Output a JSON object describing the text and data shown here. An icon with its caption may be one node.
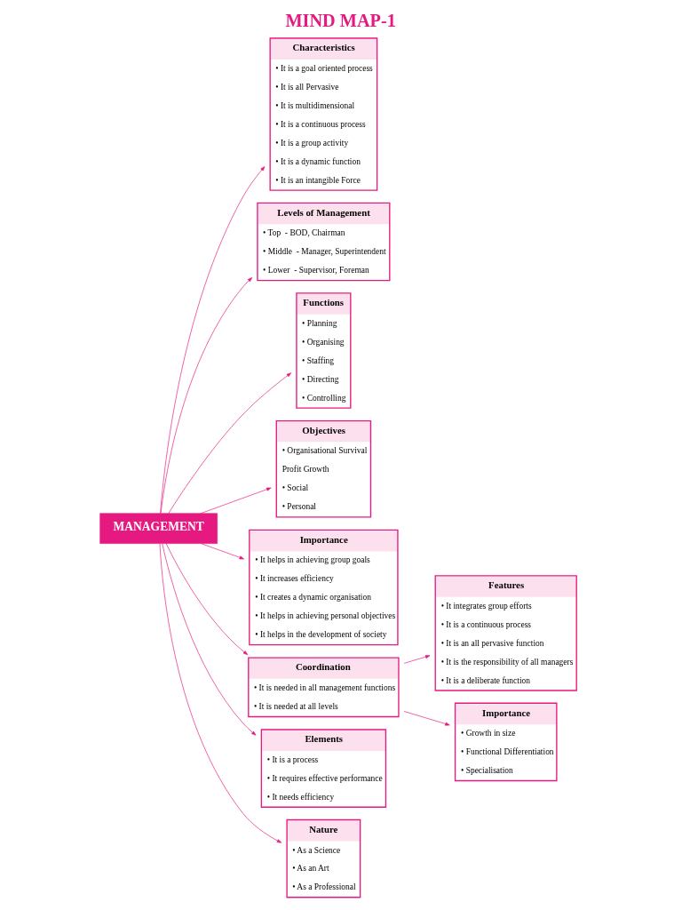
{
  "diagram": {
    "title": "MIND MAP-1",
    "nodes": [
      {
        "text": [
          "Characteristics",
          "• It is a goal oriented process",
          "• It is all Pervasive",
          "• It is multidimensional",
          "• It is a continuous process",
          "• It is a group activity",
          "• It is a dynamic function",
          "• It is an intangible Force"
        ]
      },
      {
        "text": [
          "Levels of Management",
          "• Top  - BOD, Chairman",
          "• Middle  - Manager, Superintendent",
          "• Lower  - Supervisor, Foreman"
        ]
      },
      {
        "text": [
          "Functions",
          "• Planning",
          "• Organising",
          "• Staffing",
          "• Directing",
          "• Controlling"
        ]
      },
      {
        "text": [
          "Objectives",
          "• Organisational Survival",
          "Profit Growth",
          "• Social",
          "• Personal"
        ]
      },
      {
        "text": [
          "MANAGEMENT"
        ]
      },
      {
        "text": [
          "Importance",
          "• It helps in achieving group goals",
          "• It increases efficiency",
          "• It creates a dynamic organisation",
          "• It helps in achieving personal objectives",
          "• It helps in the development of society"
        ]
      },
      {
        "text": [
          "Coordination",
          "• It is needed in all management functions",
          "• It is needed at all levels"
        ]
      },
      {
        "text": [
          "Elements",
          "• It is a process",
          "• It requires effective performance",
          "• It needs efficiency"
        ]
      },
      {
        "text": [
          "Features",
          "• It integrates group efforts",
          "• It is a continuous process",
          "• It is an all pervasive function",
          "• It is the responsibility of all managers",
          "• It is a deliberate function"
        ]
      },
      {
        "text": [
          "Nature",
          "• As a Science",
          "• As an Art",
          "• As a Professional"
        ]
      },
      {
        "text": [
          "Importance",
          "• Growth in size",
          "• Functional Differentiation",
          "• Specialisation"
        ]
      }
    ],
    "edges": [
      {
        "from": 4,
        "to": 0,
        "arrow": "to"
      },
      {
        "from": 4,
        "to": 1,
        "arrow": "to"
      },
      {
        "from": 4,
        "to": 2,
        "arrow": "to"
      },
      {
        "from": 4,
        "to": 3,
        "arrow": "to"
      },
      {
        "from": 4,
        "to": 5,
        "arrow": "to"
      },
      {
        "from": 4,
        "to": 7,
        "arrow": "to"
      },
      {
        "from": 4,
        "to": 9,
        "arrow": "to"
      },
      {
        "from": 4,
        "to": 6,
        "arrow": "to"
      },
      {
        "from": 6,
        "to": 8,
        "arrow": "to"
      },
      {
        "from": 6,
        "to": 10,
        "arrow": "to"
      }
    ]
  }
}
